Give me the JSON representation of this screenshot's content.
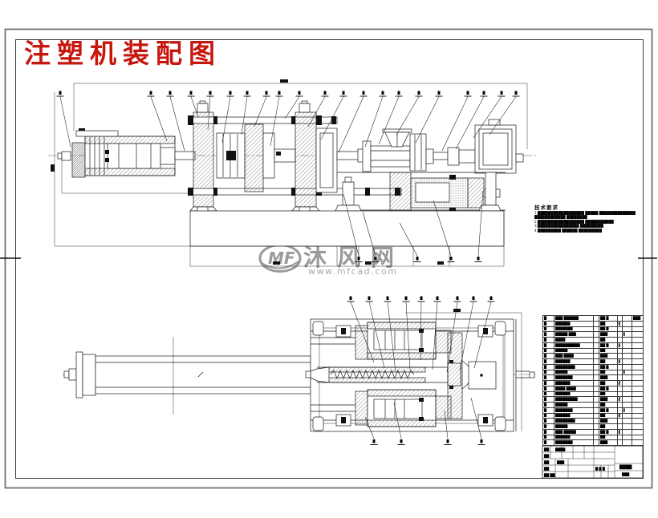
{
  "page": {
    "background": "#ffffff",
    "outer_frame_color": "#6f6f6f",
    "inner_frame_color": "#3d3d3d",
    "line_color": "#1a1a1a"
  },
  "title": {
    "text": "注塑机装配图",
    "color": "#c6170d"
  },
  "watermark": {
    "logo_text": "MF",
    "site_name": "沐风网",
    "url": "www.mfcad.com",
    "color": "#9a9a9a"
  },
  "notes": {
    "heading": "技术要求",
    "lines": [
      "1.██████████████████ █████ ██████████████",
      "████████████ ████████",
      "2.██████████████████ ███████████",
      "3.████████████████ █████████",
      "4.█████████ ██████ █████████"
    ]
  },
  "bom_table": {
    "rows": [
      [
        "█",
        "███ ██████",
        "",
        "██ █",
        "",
        "",
        "███"
      ],
      [
        "█",
        "██████",
        "",
        "██",
        "▌",
        "",
        ""
      ],
      [
        "█",
        "███████",
        "",
        "██ █",
        "",
        "",
        ""
      ],
      [
        "█",
        "█████ ███",
        "",
        "███",
        "",
        "▌",
        ""
      ],
      [
        "█",
        "████",
        "",
        "██",
        "",
        "",
        ""
      ],
      [
        "█",
        "██████████",
        "",
        "██ █",
        "▌",
        "",
        ""
      ],
      [
        "█",
        "█████",
        "",
        "██",
        "",
        "",
        ""
      ],
      [
        "█",
        "███ ████",
        "",
        "███",
        "",
        "",
        ""
      ],
      [
        "█",
        "██████",
        "",
        "██",
        "▌",
        "",
        ""
      ],
      [
        "█",
        "████████",
        "",
        "██ █",
        "",
        "",
        ""
      ],
      [
        "█",
        "█████",
        "",
        "██",
        "",
        "▌",
        ""
      ],
      [
        "█",
        "███████",
        "",
        "███",
        "",
        "",
        ""
      ],
      [
        "█",
        "██████",
        "",
        "██",
        "▌",
        "",
        ""
      ],
      [
        "█",
        "████ ████",
        "",
        "██ █",
        "",
        "",
        ""
      ],
      [
        "█",
        "██████",
        "",
        "██",
        "",
        "",
        ""
      ],
      [
        "█",
        "█████████",
        "",
        "███",
        "▌",
        "",
        ""
      ],
      [
        "█",
        "█████",
        "",
        "██",
        "",
        "",
        ""
      ],
      [
        "█",
        "███████",
        "",
        "██ █",
        "",
        "▌",
        ""
      ],
      [
        "█",
        "██████",
        "",
        "██",
        "▌",
        "",
        ""
      ],
      [
        "█",
        "████████",
        "",
        "███",
        "",
        "",
        ""
      ],
      [
        "█",
        "█████",
        "",
        "██",
        "",
        "",
        ""
      ],
      [
        "█",
        "███ █████",
        "",
        "██ █",
        "▌",
        "",
        ""
      ],
      [
        "█",
        "██████",
        "",
        "██",
        "",
        "",
        ""
      ],
      [
        "█",
        "███████",
        "",
        "███",
        "",
        "",
        ""
      ]
    ]
  },
  "title_block": {
    "labels": [
      "██",
      "████",
      "██",
      "██",
      "███",
      "██",
      "█ █ █",
      "████",
      "███",
      "██ ██"
    ]
  }
}
